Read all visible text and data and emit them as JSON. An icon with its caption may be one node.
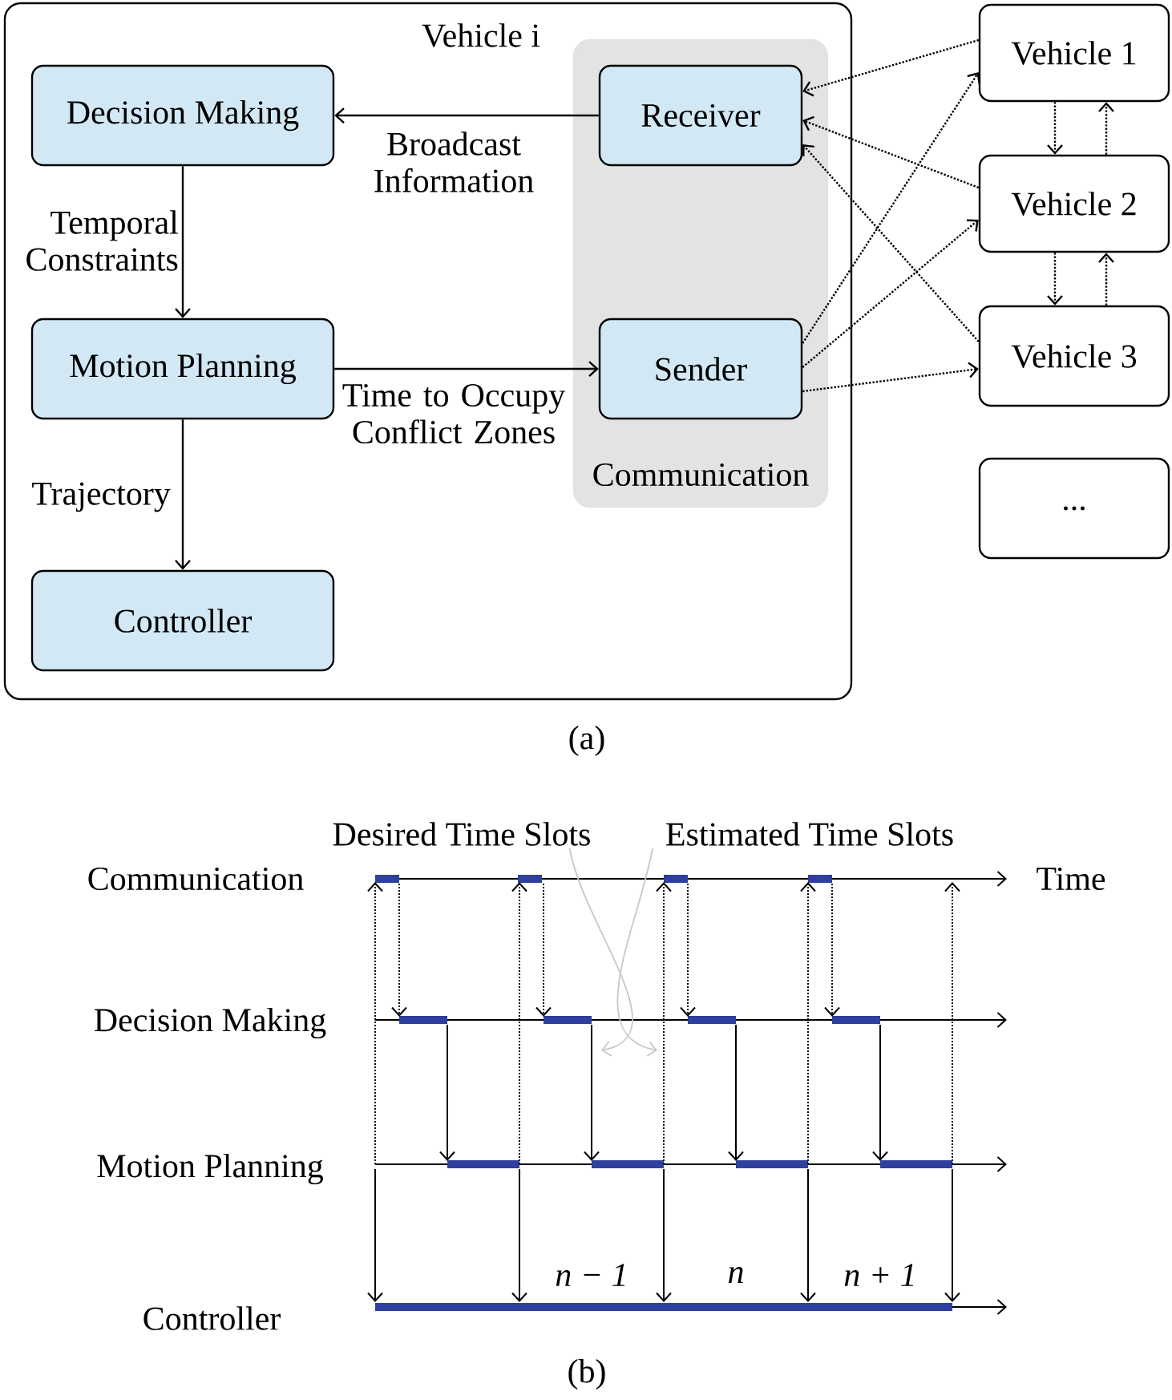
{
  "diagram": {
    "nodes": [
      {
        "text": [
          "Vehicle i"
        ]
      },
      {
        "text": [
          "Communication"
        ],
        "in": 0
      },
      {
        "text": [
          "Decision Making"
        ],
        "in": 0
      },
      {
        "text": [
          "Motion Planning"
        ],
        "in": 0
      },
      {
        "text": [
          "Controller"
        ],
        "in": 0
      },
      {
        "text": [
          "Receiver"
        ],
        "in": 1
      },
      {
        "text": [
          "Sender"
        ],
        "in": 1
      },
      {
        "text": [
          "Vehicle 1"
        ]
      },
      {
        "text": [
          "Vehicle 2"
        ]
      },
      {
        "text": [
          "Vehicle 3"
        ]
      },
      {
        "text": [
          "..."
        ]
      },
      {
        "text": [
          "Desired Time Slots"
        ]
      },
      {
        "text": [
          "Estimated Time Slots"
        ]
      }
    ],
    "edges": [
      {
        "from": 5,
        "to": 2,
        "arrow": "to",
        "label": "Broadcast Information"
      },
      {
        "from": 2,
        "to": 3,
        "arrow": "to",
        "label": "Temporal Constraints"
      },
      {
        "from": 3,
        "to": 6,
        "arrow": "to",
        "label": "Time to Occupy Conflict Zones"
      },
      {
        "from": 3,
        "to": 4,
        "arrow": "to",
        "label": "Trajectory"
      },
      {
        "from": 6,
        "to": 7,
        "arrow": "to",
        "style": "dashed"
      },
      {
        "from": 6,
        "to": 8,
        "arrow": "to",
        "style": "dashed"
      },
      {
        "from": 6,
        "to": 9,
        "arrow": "to",
        "style": "dashed"
      },
      {
        "from": 7,
        "to": 5,
        "arrow": "to",
        "style": "dashed"
      },
      {
        "from": 8,
        "to": 5,
        "arrow": "to",
        "style": "dashed"
      },
      {
        "from": 9,
        "to": 5,
        "arrow": "to",
        "style": "dashed"
      },
      {
        "from": 7,
        "to": 8,
        "arrow": "to",
        "style": "dashed"
      },
      {
        "from": 8,
        "to": 7,
        "arrow": "to",
        "style": "dashed"
      },
      {
        "from": 8,
        "to": 9,
        "arrow": "to",
        "style": "dashed"
      },
      {
        "from": 9,
        "to": 8,
        "arrow": "to",
        "style": "dashed"
      },
      {
        "from": 11,
        "to": null,
        "arrow": "to",
        "color": "#c8c8c8"
      },
      {
        "from": 12,
        "to": null,
        "arrow": "to",
        "color": "#c8c8c8"
      }
    ],
    "labels": [
      "(a)",
      "Communication",
      "Time",
      "Decision Making",
      "Motion Planning",
      "n − 1",
      "n",
      "n + 1",
      "Controller",
      "(b)"
    ]
  }
}
